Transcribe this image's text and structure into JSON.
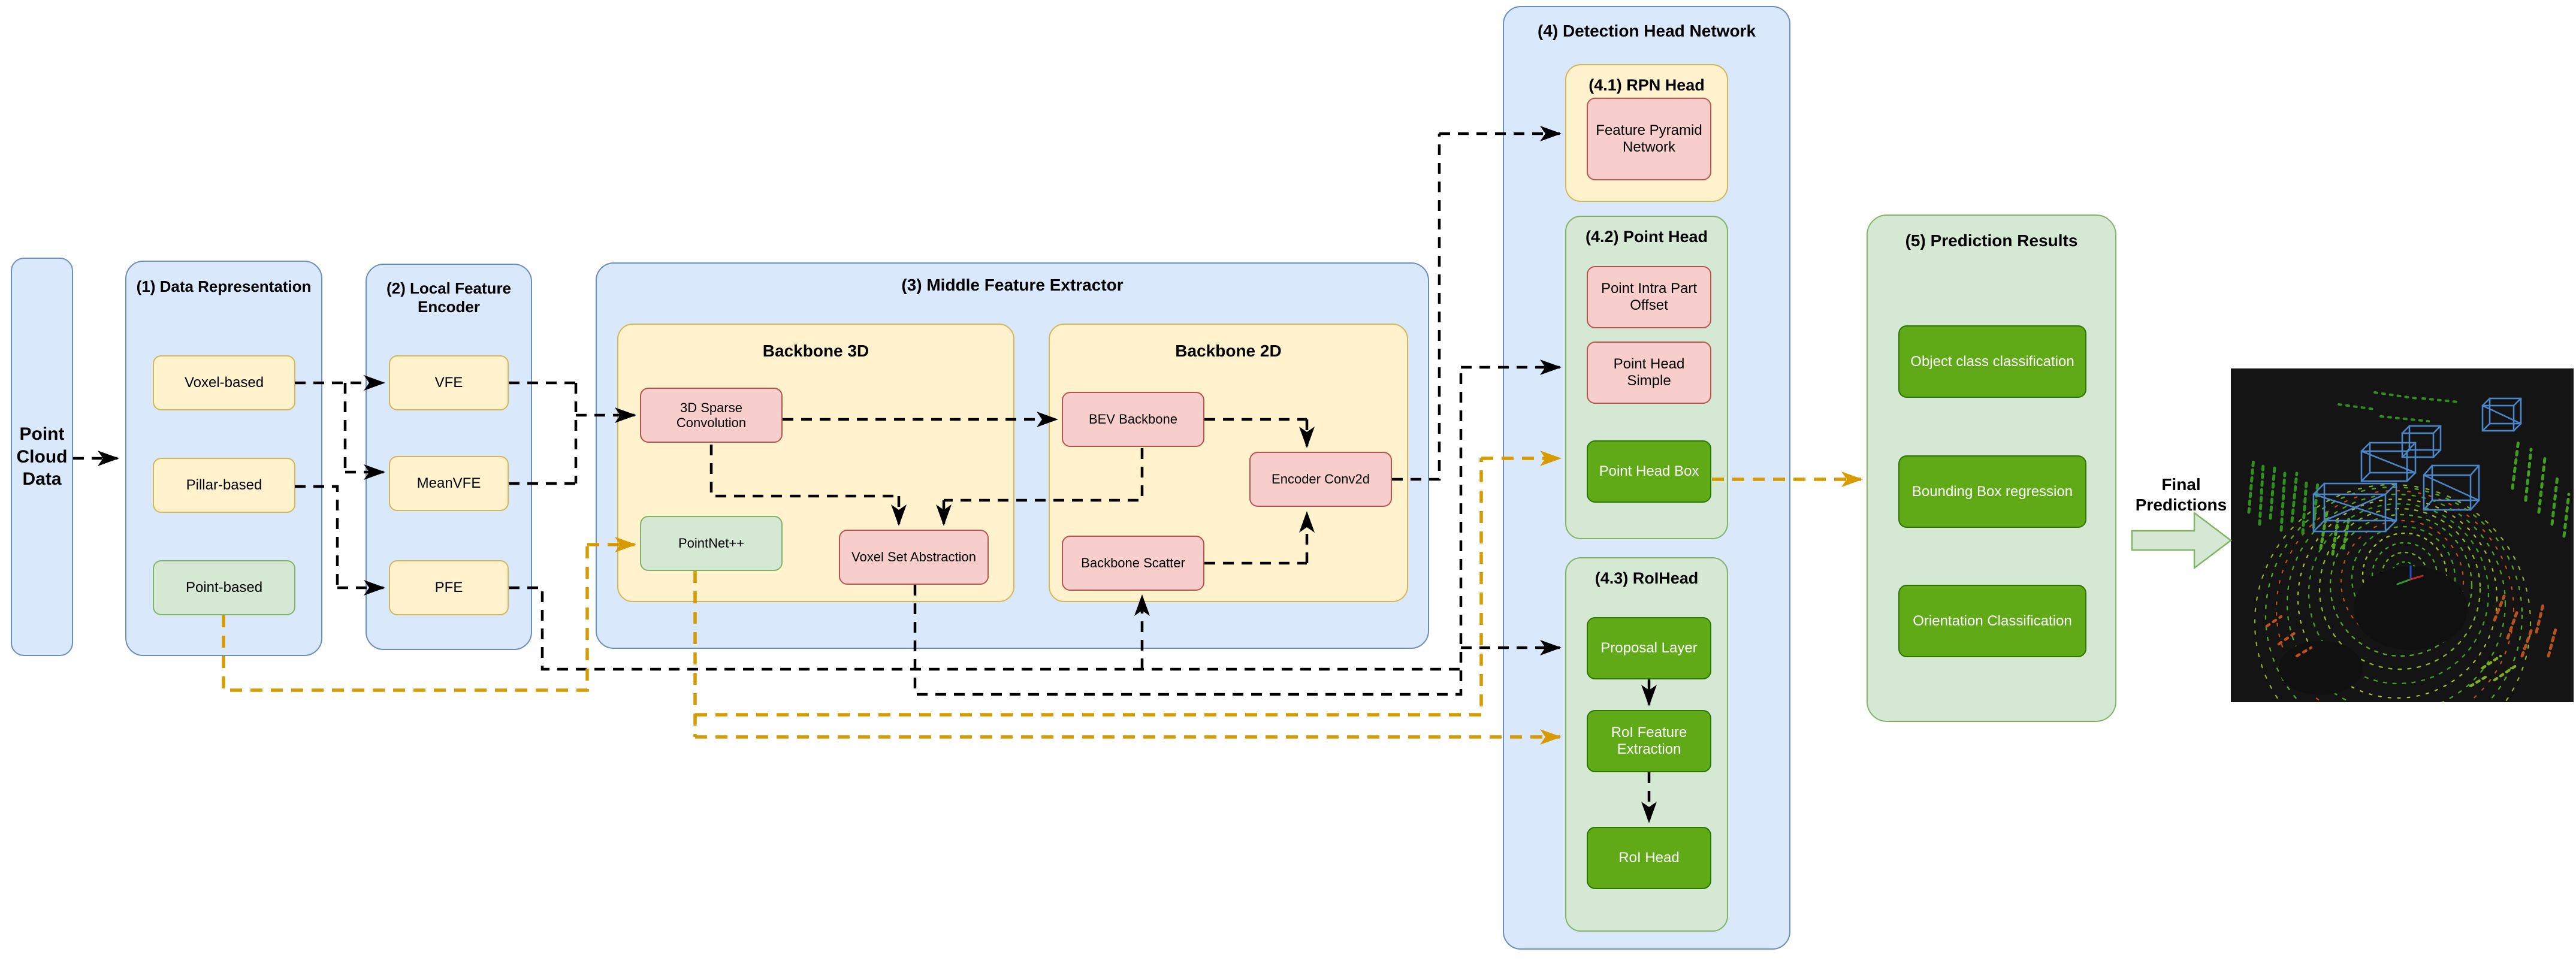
{
  "pcd": "Point Cloud Data",
  "s1": {
    "title": "(1) Data Representation",
    "voxel": "Voxel-based",
    "pillar": "Pillar-based",
    "point": "Point-based"
  },
  "s2": {
    "title": "(2) Local Feature Encoder",
    "vfe": "VFE",
    "meanvfe": "MeanVFE",
    "pfe": "PFE"
  },
  "s3": {
    "title": "(3) Middle Feature Extractor",
    "b3d_title": "Backbone 3D",
    "sparse": "3D Sparse Convolution",
    "pointnet": "PointNet++",
    "vsa": "Voxel Set Abstraction",
    "b2d_title": "Backbone 2D",
    "bev": "BEV Backbone",
    "scatter": "Backbone Scatter",
    "enc": "Encoder Conv2d"
  },
  "s4": {
    "title": "(4) Detection Head Network",
    "rpn_title": "(4.1) RPN Head",
    "fpn": "Feature Pyramid Network",
    "ph_title": "(4.2) Point Head",
    "pipo": "Point Intra Part Offset",
    "phs": "Point Head Simple",
    "phb": "Point Head Box",
    "roi_title": "(4.3) RoIHead",
    "proposal": "Proposal Layer",
    "roife": "RoI Feature Extraction",
    "roihead": "RoI Head"
  },
  "s5": {
    "title": "(5) Prediction Results",
    "occ": "Object class classification",
    "bbr": "Bounding Box regression",
    "oc": "Orientation Classification"
  },
  "fp": "Final Predictions",
  "colors": {
    "container_blue_fill": "#dae8fc",
    "container_blue_border": "#6c8ebf",
    "yellow_fill": "#fff2cc",
    "yellow_border": "#d6b656",
    "pink_fill": "#f8cecc",
    "pink_border": "#b85450",
    "lightgreen_fill": "#d5e8d4",
    "lightgreen_border": "#82b366",
    "darkgreen_fill": "#60a917",
    "darkgreen_border": "#2d7600",
    "dashed_black": "#000000",
    "dashed_orange": "#d79b00",
    "bbox_blue": "#4a86c8"
  }
}
